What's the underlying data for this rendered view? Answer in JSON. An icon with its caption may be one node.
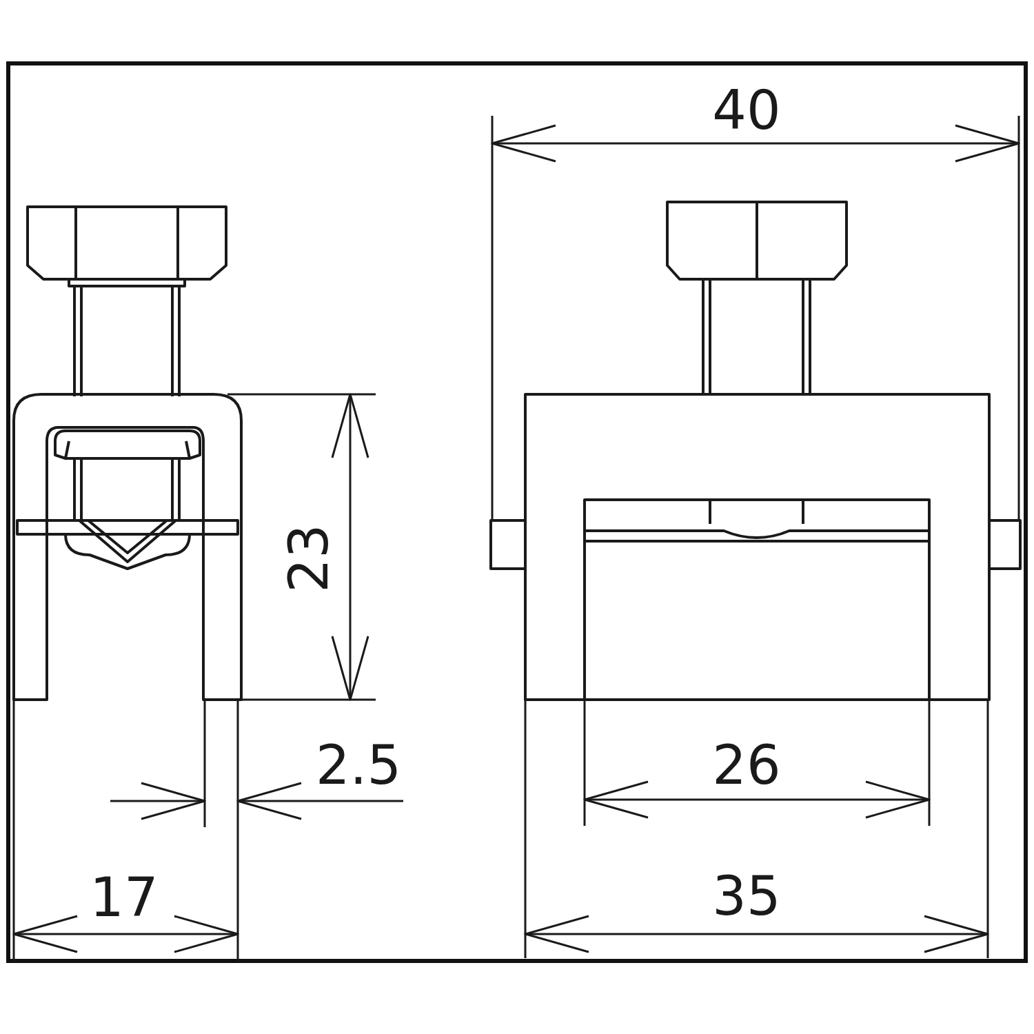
{
  "diagram": {
    "labels": [
      "40",
      "23",
      "2.5",
      "26",
      "17",
      "35"
    ]
  }
}
